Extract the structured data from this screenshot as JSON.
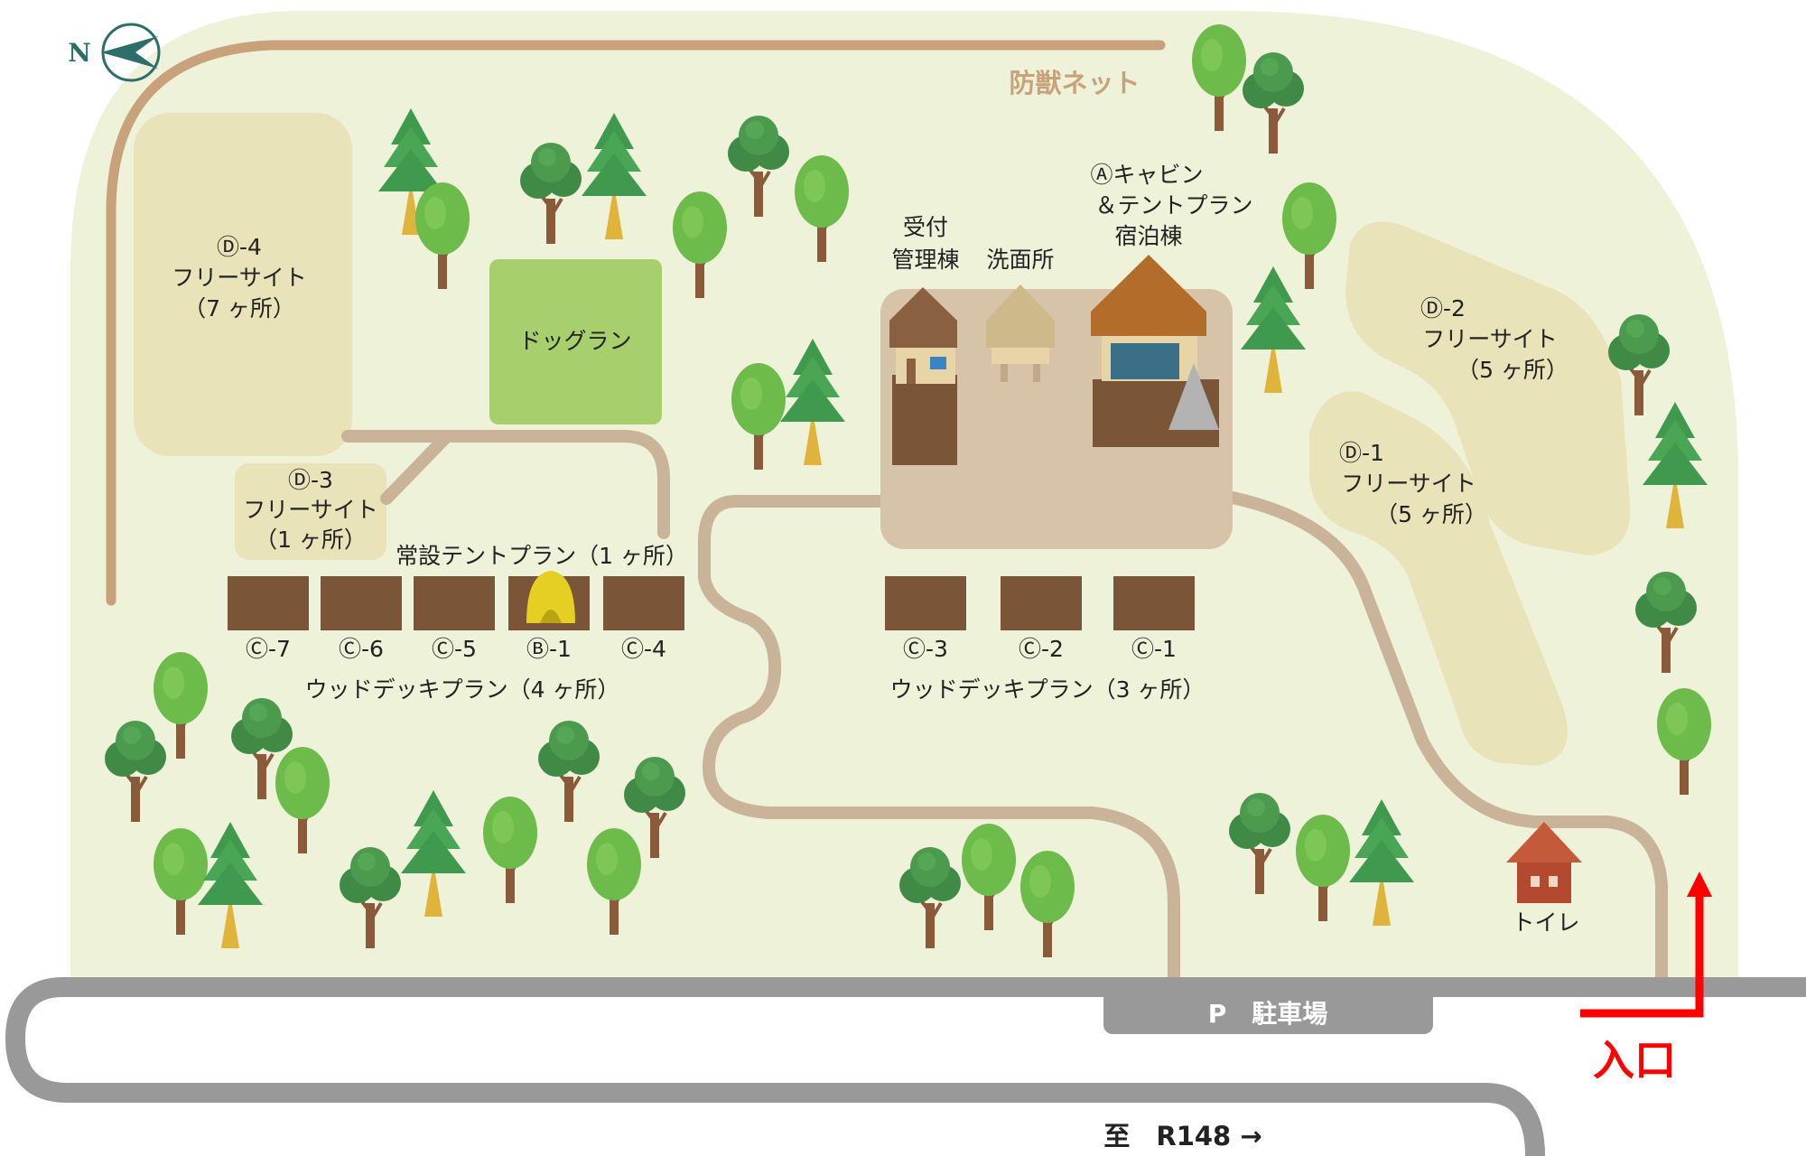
{
  "compass": {
    "label": "N"
  },
  "fence": {
    "label": "防獣ネット"
  },
  "sites": {
    "d4": {
      "id": "Ⓓ-4",
      "name": "フリーサイト",
      "count": "（7 ヶ所）"
    },
    "d3": {
      "id": "Ⓓ-3",
      "name": "フリーサイト",
      "count": "（1 ヶ所）"
    },
    "d2": {
      "id": "Ⓓ-2",
      "name": "フリーサイト",
      "count": "（5 ヶ所）"
    },
    "d1": {
      "id": "Ⓓ-1",
      "name": "フリーサイト",
      "count": "（5 ヶ所）"
    }
  },
  "dogrun": {
    "label": "ドッグラン"
  },
  "buildings": {
    "reception": {
      "line1": "受付",
      "line2": "管理棟"
    },
    "washroom": {
      "label": "洗面所"
    },
    "cabin": {
      "line1": "Ⓐキャビン",
      "line2": "＆テントプラン",
      "line3": "宿泊棟"
    },
    "toilet": {
      "label": "トイレ"
    }
  },
  "tent_plan": {
    "label": "常設テントプラン（1 ヶ所）"
  },
  "decks_west": {
    "items": [
      "Ⓒ-7",
      "Ⓒ-6",
      "Ⓒ-5",
      "Ⓑ-1",
      "Ⓒ-4"
    ],
    "caption": "ウッドデッキプラン（4 ヶ所）"
  },
  "decks_east": {
    "items": [
      "Ⓒ-3",
      "Ⓒ-2",
      "Ⓒ-1"
    ],
    "caption": "ウッドデッキプラン（3 ヶ所）"
  },
  "parking": {
    "label": "P　駐車場"
  },
  "entrance": {
    "label": "入口"
  },
  "road": {
    "label": "至　R148 →"
  },
  "colors": {
    "ground": "#eef2d8",
    "path": "#c9b49a",
    "fence": "#c8a27a",
    "road": "#999999",
    "free_site": "#e8e3b8",
    "dogrun": "#a8cf6e",
    "plaza": "#d6c3a8",
    "deck": "#7a5538",
    "entrance_arrow": "#ff0000",
    "compass": "#2e6e6a"
  }
}
